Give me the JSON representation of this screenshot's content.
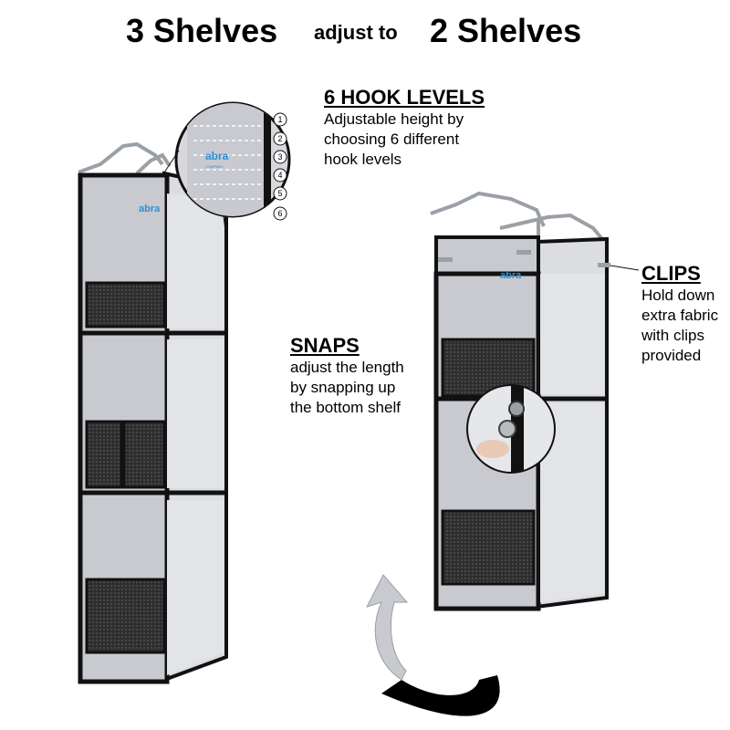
{
  "title": {
    "left": "3 Shelves",
    "middle": "adjust to",
    "right": "2 Shelves"
  },
  "callouts": {
    "hooks": {
      "heading": "6 HOOK LEVELS",
      "lines": [
        "Adjustable height by",
        "choosing 6 different",
        "hook levels"
      ]
    },
    "snaps": {
      "heading": "SNAPS",
      "lines": [
        "adjust the length",
        "by snapping up",
        "the bottom shelf"
      ]
    },
    "clips": {
      "heading": "CLIPS",
      "lines": [
        "Hold down",
        "extra fabric",
        "with clips",
        "provided"
      ]
    }
  },
  "brand": {
    "logo_text": "abra",
    "logo_sub": "COMPANY"
  },
  "hook_level_numbers": [
    "1",
    "2",
    "3",
    "4",
    "5",
    "6"
  ],
  "colors": {
    "fabric": "#c9cacf",
    "fabric_light": "#dcdde1",
    "trim": "#111111",
    "mesh": "#3a3a3a",
    "logo": "#2a8fd6",
    "hanger": "#9aa0a6"
  }
}
